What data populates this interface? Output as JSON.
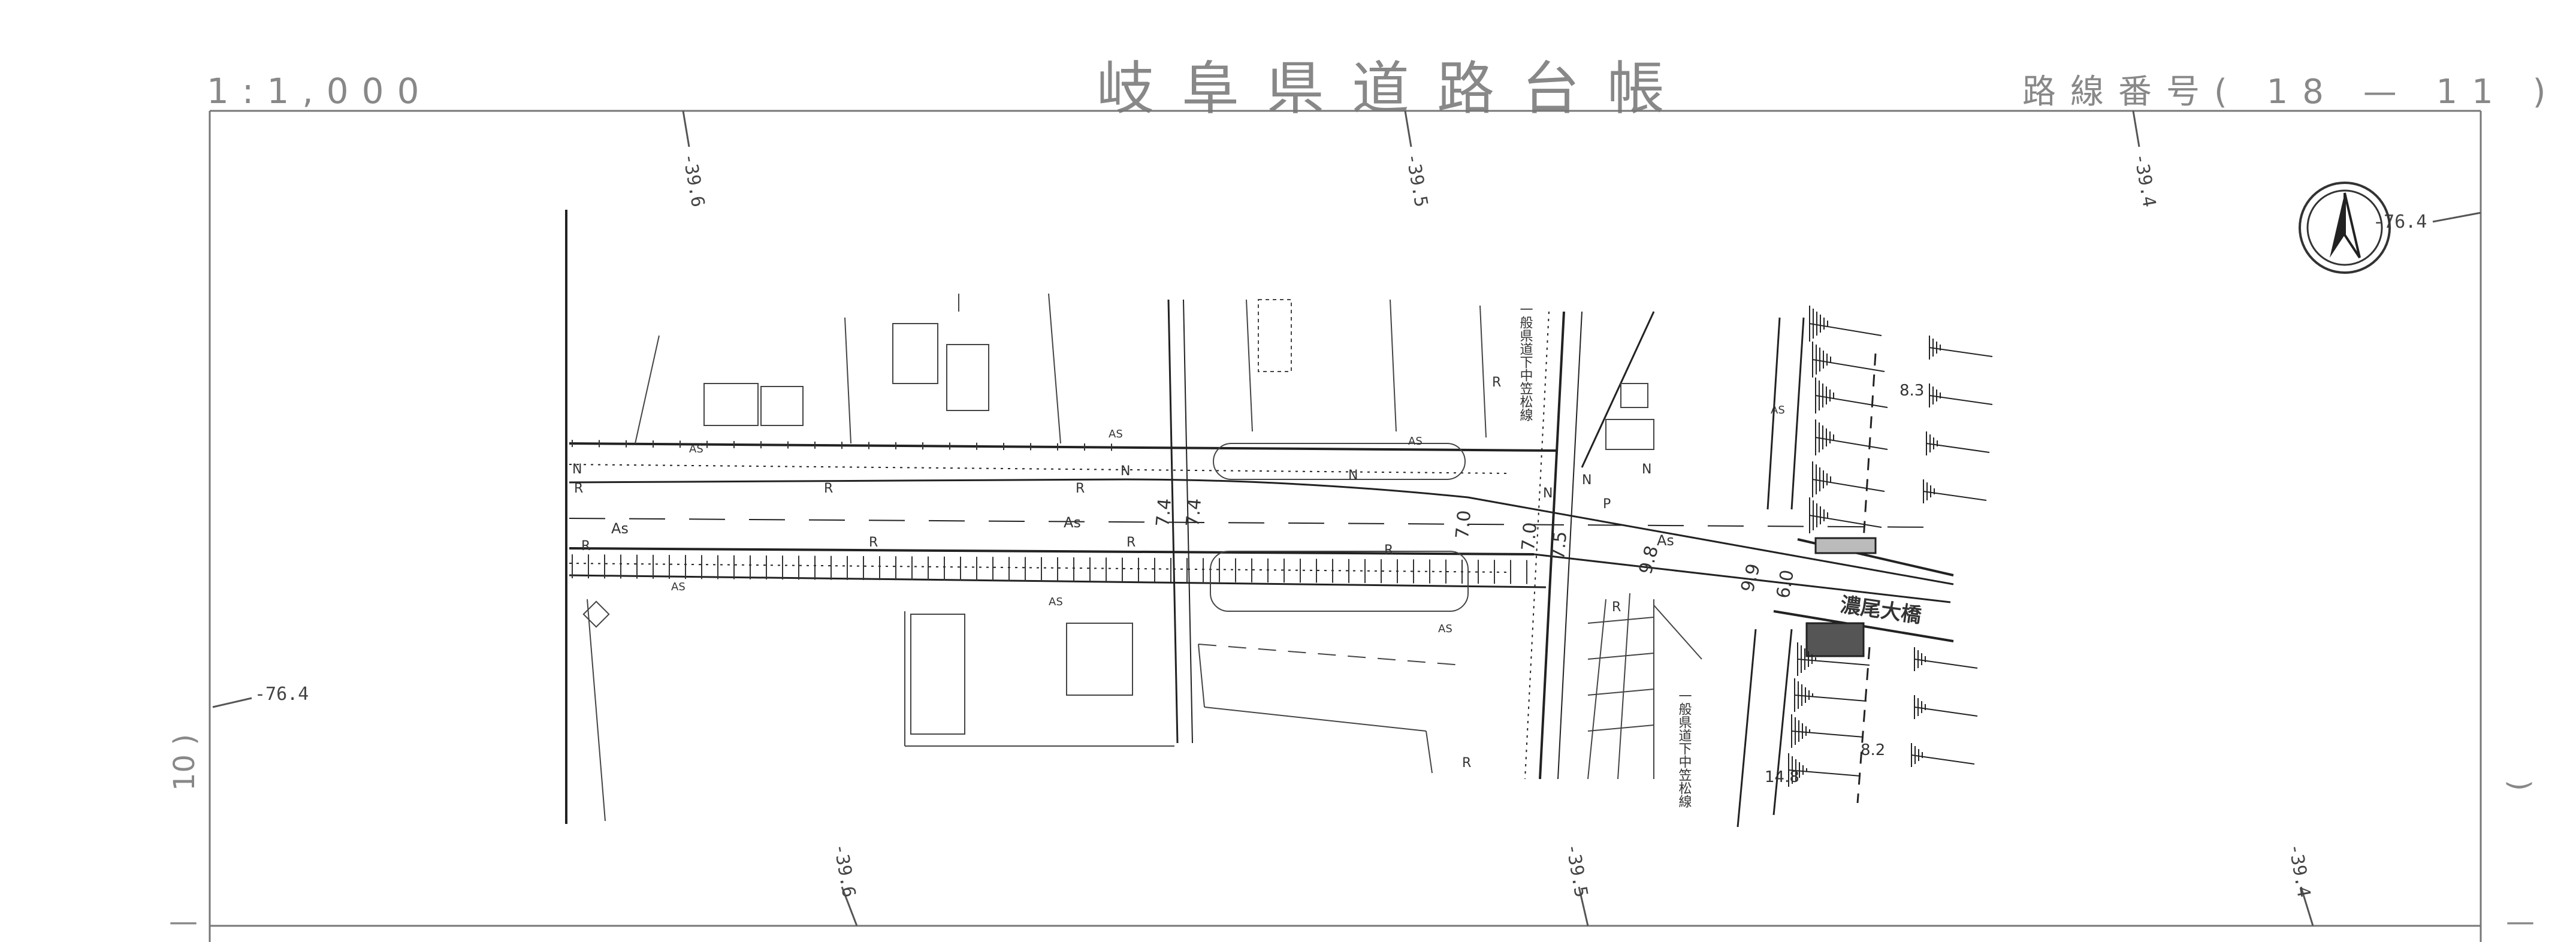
{
  "header": {
    "scale": "1:1,000",
    "title": "岐阜県道路台帳",
    "route_label": "路線番号",
    "route_number": "( 18 — 11 )"
  },
  "grid": {
    "top_coords": [
      "-39.6",
      "-39.5",
      "-39.4"
    ],
    "bottom_coords": [
      "-39.6",
      "-39.5",
      "-39.4"
    ],
    "y_coord_left": "-76.4",
    "y_coord_right": "-76.4"
  },
  "side_text": {
    "left": "10 )",
    "left_dash": "—",
    "right": "(",
    "right_dash": "—"
  },
  "map_labels": {
    "bridge_name": "濃尾大橋",
    "cross_road_north": "一般県道下中笠松線",
    "cross_road_south": "一般県道下中笠松線",
    "widths": [
      "7.4",
      "7.4",
      "7.0",
      "7.0",
      "7.5",
      "9.8",
      "9.9",
      "6.0"
    ],
    "spot_levels": [
      "8.3",
      "8.2",
      "14.8"
    ],
    "surface": [
      "As",
      "As",
      "As",
      "AS",
      "AS",
      "AS",
      "AS",
      "AS",
      "AS",
      "AS"
    ],
    "markers": [
      "N",
      "N",
      "N",
      "N",
      "N",
      "N",
      "R",
      "R",
      "R",
      "R",
      "R",
      "R",
      "R",
      "R",
      "R",
      "R",
      "P"
    ]
  }
}
